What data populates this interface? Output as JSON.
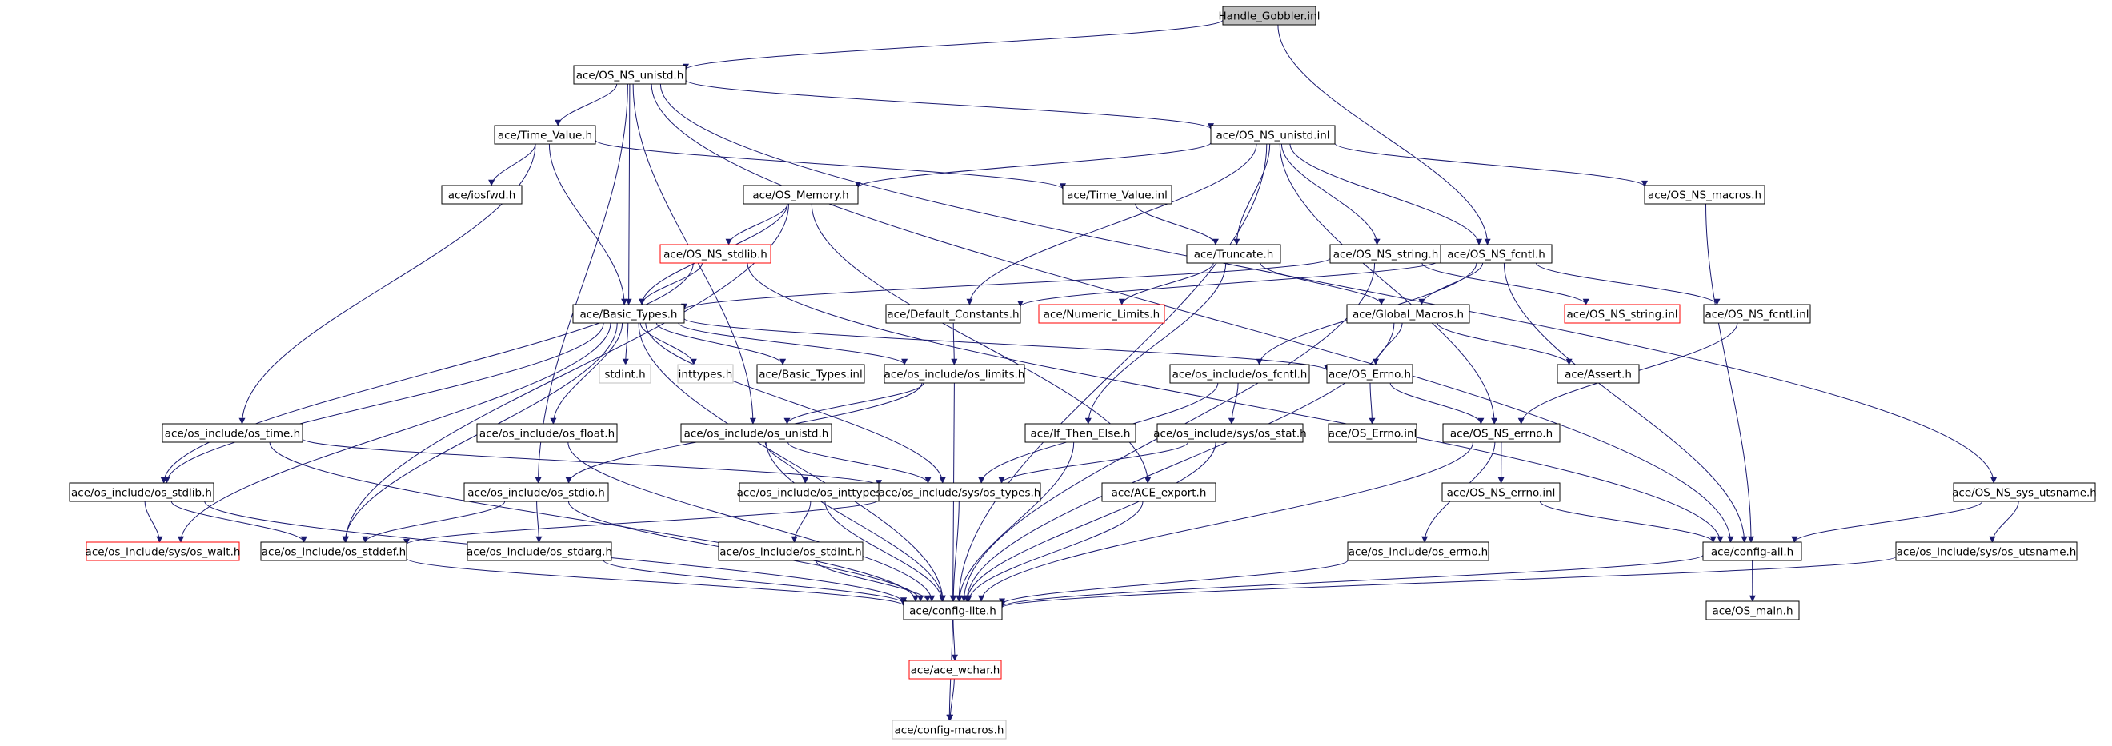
{
  "graph": {
    "colors": {
      "edge": "#191970",
      "node_border": "#000000",
      "missing_border": "#ff0000",
      "external_border": "#bfbfbf",
      "root_fill": "#bfbfbf"
    },
    "nodes": [
      {
        "id": "n0",
        "label": "Handle_Gobbler.inl",
        "style": "root"
      },
      {
        "id": "n1",
        "label": "ace/OS_NS_unistd.h",
        "style": "normal"
      },
      {
        "id": "n2",
        "label": "ace/Time_Value.h",
        "style": "normal"
      },
      {
        "id": "n3",
        "label": "ace/OS_NS_unistd.inl",
        "style": "normal"
      },
      {
        "id": "n4",
        "label": "ace/iosfwd.h",
        "style": "normal"
      },
      {
        "id": "n5",
        "label": "ace/OS_Memory.h",
        "style": "normal"
      },
      {
        "id": "n6",
        "label": "ace/Time_Value.inl",
        "style": "normal"
      },
      {
        "id": "n7",
        "label": "ace/OS_NS_macros.h",
        "style": "normal"
      },
      {
        "id": "n8",
        "label": "ace/OS_NS_stdlib.h",
        "style": "missing"
      },
      {
        "id": "n9",
        "label": "ace/Truncate.h",
        "style": "normal"
      },
      {
        "id": "n10",
        "label": "ace/OS_NS_string.h",
        "style": "normal"
      },
      {
        "id": "n11",
        "label": "ace/OS_NS_fcntl.h",
        "style": "normal"
      },
      {
        "id": "n12",
        "label": "ace/Basic_Types.h",
        "style": "normal"
      },
      {
        "id": "n13",
        "label": "ace/Default_Constants.h",
        "style": "normal"
      },
      {
        "id": "n14",
        "label": "ace/Numeric_Limits.h",
        "style": "missing"
      },
      {
        "id": "n15",
        "label": "ace/Global_Macros.h",
        "style": "normal"
      },
      {
        "id": "n16",
        "label": "ace/OS_NS_string.inl",
        "style": "missing"
      },
      {
        "id": "n17",
        "label": "ace/OS_NS_fcntl.inl",
        "style": "normal"
      },
      {
        "id": "n18",
        "label": "stdint.h",
        "style": "external"
      },
      {
        "id": "n19",
        "label": "inttypes.h",
        "style": "external"
      },
      {
        "id": "n20",
        "label": "ace/Basic_Types.inl",
        "style": "normal"
      },
      {
        "id": "n21",
        "label": "ace/os_include/os_limits.h",
        "style": "normal"
      },
      {
        "id": "n22",
        "label": "ace/os_include/os_fcntl.h",
        "style": "normal"
      },
      {
        "id": "n23",
        "label": "ace/OS_Errno.h",
        "style": "normal"
      },
      {
        "id": "n24",
        "label": "ace/Assert.h",
        "style": "normal"
      },
      {
        "id": "n25",
        "label": "ace/os_include/os_time.h",
        "style": "normal"
      },
      {
        "id": "n26",
        "label": "ace/os_include/os_float.h",
        "style": "normal"
      },
      {
        "id": "n27",
        "label": "ace/os_include/os_unistd.h",
        "style": "normal"
      },
      {
        "id": "n28",
        "label": "ace/If_Then_Else.h",
        "style": "normal"
      },
      {
        "id": "n29",
        "label": "ace/os_include/sys/os_stat.h",
        "style": "normal"
      },
      {
        "id": "n30",
        "label": "ace/OS_Errno.inl",
        "style": "normal"
      },
      {
        "id": "n31",
        "label": "ace/OS_NS_errno.h",
        "style": "normal"
      },
      {
        "id": "n32",
        "label": "ace/os_include/os_stdlib.h",
        "style": "normal"
      },
      {
        "id": "n33",
        "label": "ace/os_include/os_stdio.h",
        "style": "normal"
      },
      {
        "id": "n34",
        "label": "ace/os_include/os_inttypes.h",
        "style": "normal"
      },
      {
        "id": "n35",
        "label": "ace/os_include/sys/os_types.h",
        "style": "normal"
      },
      {
        "id": "n36",
        "label": "ace/ACE_export.h",
        "style": "normal"
      },
      {
        "id": "n37",
        "label": "ace/OS_NS_errno.inl",
        "style": "normal"
      },
      {
        "id": "n38",
        "label": "ace/OS_NS_sys_utsname.h",
        "style": "normal"
      },
      {
        "id": "n39",
        "label": "ace/os_include/sys/os_wait.h",
        "style": "missing"
      },
      {
        "id": "n40",
        "label": "ace/os_include/os_stddef.h",
        "style": "normal"
      },
      {
        "id": "n41",
        "label": "ace/os_include/os_stdarg.h",
        "style": "normal"
      },
      {
        "id": "n42",
        "label": "ace/os_include/os_stdint.h",
        "style": "normal"
      },
      {
        "id": "n43",
        "label": "ace/os_include/os_errno.h",
        "style": "normal"
      },
      {
        "id": "n44",
        "label": "ace/config-all.h",
        "style": "normal"
      },
      {
        "id": "n45",
        "label": "ace/os_include/sys/os_utsname.h",
        "style": "normal"
      },
      {
        "id": "n46",
        "label": "ace/config-lite.h",
        "style": "normal"
      },
      {
        "id": "n47",
        "label": "ace/OS_main.h",
        "style": "normal"
      },
      {
        "id": "n48",
        "label": "ace/ace_wchar.h",
        "style": "missing"
      },
      {
        "id": "n49",
        "label": "ace/config-macros.h",
        "style": "external"
      }
    ],
    "edges": [
      [
        "n0",
        "n1"
      ],
      [
        "n0",
        "n11"
      ],
      [
        "n1",
        "n2"
      ],
      [
        "n1",
        "n3"
      ],
      [
        "n1",
        "n12"
      ],
      [
        "n1",
        "n27"
      ],
      [
        "n1",
        "n38"
      ],
      [
        "n1",
        "n44"
      ],
      [
        "n1",
        "n33"
      ],
      [
        "n2",
        "n4"
      ],
      [
        "n2",
        "n6"
      ],
      [
        "n2",
        "n12"
      ],
      [
        "n2",
        "n25"
      ],
      [
        "n3",
        "n5"
      ],
      [
        "n3",
        "n7"
      ],
      [
        "n3",
        "n9"
      ],
      [
        "n3",
        "n10"
      ],
      [
        "n3",
        "n11"
      ],
      [
        "n3",
        "n13"
      ],
      [
        "n3",
        "n31"
      ],
      [
        "n3",
        "n46"
      ],
      [
        "n5",
        "n8"
      ],
      [
        "n5",
        "n12"
      ],
      [
        "n5",
        "n40"
      ],
      [
        "n5",
        "n36"
      ],
      [
        "n6",
        "n9"
      ],
      [
        "n7",
        "n44"
      ],
      [
        "n8",
        "n12"
      ],
      [
        "n8",
        "n32"
      ],
      [
        "n8",
        "n44"
      ],
      [
        "n9",
        "n14"
      ],
      [
        "n9",
        "n15"
      ],
      [
        "n9",
        "n28"
      ],
      [
        "n10",
        "n12"
      ],
      [
        "n10",
        "n16"
      ],
      [
        "n10",
        "n46"
      ],
      [
        "n11",
        "n13"
      ],
      [
        "n11",
        "n15"
      ],
      [
        "n11",
        "n17"
      ],
      [
        "n11",
        "n22"
      ],
      [
        "n11",
        "n44"
      ],
      [
        "n12",
        "n18"
      ],
      [
        "n12",
        "n19"
      ],
      [
        "n12",
        "n20"
      ],
      [
        "n12",
        "n21"
      ],
      [
        "n12",
        "n23"
      ],
      [
        "n12",
        "n26"
      ],
      [
        "n12",
        "n32"
      ],
      [
        "n12",
        "n35"
      ],
      [
        "n12",
        "n40"
      ],
      [
        "n12",
        "n46"
      ],
      [
        "n12",
        "n39"
      ],
      [
        "n13",
        "n21"
      ],
      [
        "n15",
        "n23"
      ],
      [
        "n15",
        "n24"
      ],
      [
        "n15",
        "n46"
      ],
      [
        "n17",
        "n31"
      ],
      [
        "n21",
        "n27"
      ],
      [
        "n21",
        "n33"
      ],
      [
        "n21",
        "n46"
      ],
      [
        "n22",
        "n29"
      ],
      [
        "n22",
        "n35"
      ],
      [
        "n23",
        "n30"
      ],
      [
        "n23",
        "n31"
      ],
      [
        "n25",
        "n35"
      ],
      [
        "n25",
        "n46"
      ],
      [
        "n26",
        "n46"
      ],
      [
        "n27",
        "n34"
      ],
      [
        "n27",
        "n35"
      ],
      [
        "n27",
        "n46"
      ],
      [
        "n28",
        "n46"
      ],
      [
        "n29",
        "n35"
      ],
      [
        "n29",
        "n46"
      ],
      [
        "n31",
        "n37"
      ],
      [
        "n31",
        "n43"
      ],
      [
        "n31",
        "n46"
      ],
      [
        "n32",
        "n39"
      ],
      [
        "n32",
        "n40"
      ],
      [
        "n32",
        "n46"
      ],
      [
        "n33",
        "n40"
      ],
      [
        "n33",
        "n41"
      ],
      [
        "n33",
        "n46"
      ],
      [
        "n34",
        "n42"
      ],
      [
        "n34",
        "n46"
      ],
      [
        "n35",
        "n40"
      ],
      [
        "n35",
        "n46"
      ],
      [
        "n36",
        "n46"
      ],
      [
        "n37",
        "n44"
      ],
      [
        "n38",
        "n44"
      ],
      [
        "n38",
        "n45"
      ],
      [
        "n40",
        "n46"
      ],
      [
        "n41",
        "n46"
      ],
      [
        "n42",
        "n46"
      ],
      [
        "n43",
        "n46"
      ],
      [
        "n44",
        "n46"
      ],
      [
        "n44",
        "n47"
      ],
      [
        "n45",
        "n46"
      ],
      [
        "n46",
        "n48"
      ],
      [
        "n46",
        "n49"
      ],
      [
        "n48",
        "n49"
      ]
    ]
  }
}
